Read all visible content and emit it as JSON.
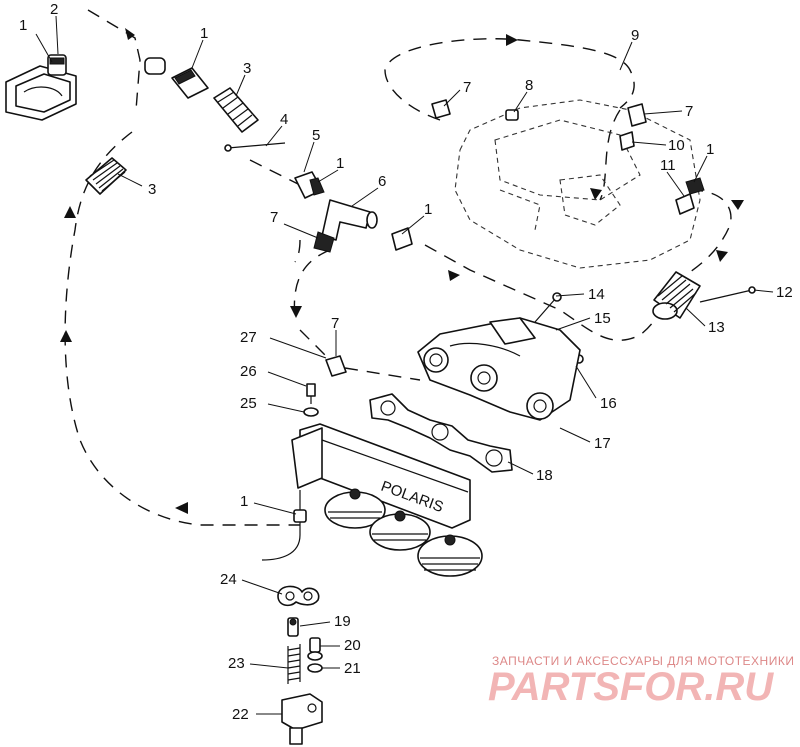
{
  "callouts": [
    "1",
    "2",
    "1",
    "3",
    "4",
    "5",
    "1",
    "3",
    "6",
    "1",
    "7",
    "7",
    "8",
    "9",
    "7",
    "10",
    "11",
    "1",
    "14",
    "12",
    "15",
    "13",
    "16",
    "17",
    "18",
    "26",
    "25",
    "27",
    "1",
    "24",
    "19",
    "20",
    "21",
    "23",
    "22"
  ],
  "watermark": {
    "line": "ЗАПЧАСТИ И АКСЕССУАРЫ ДЛЯ МОТОТЕХНИКИ",
    "logo": "PARTSFOR.RU"
  }
}
